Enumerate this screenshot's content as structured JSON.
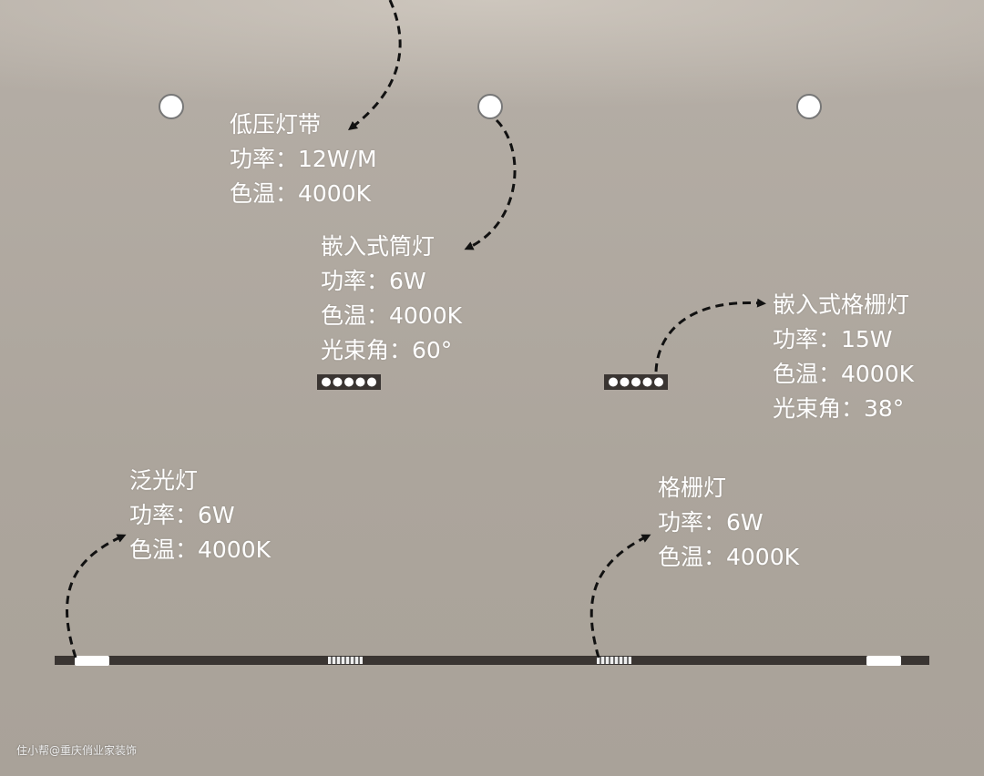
{
  "labels": {
    "strip": {
      "name": "低压灯带",
      "power": "功率：12W/M",
      "cct": "色温：4000K"
    },
    "downlight": {
      "name": "嵌入式筒灯",
      "power": "功率：6W",
      "cct": "色温：4000K",
      "beam": "光束角：60°"
    },
    "recessed_grille": {
      "name": "嵌入式格栅灯",
      "power": "功率：15W",
      "cct": "色温：4000K",
      "beam": "光束角：38°"
    },
    "floodlight": {
      "name": "泛光灯",
      "power": "功率：6W",
      "cct": "色温：4000K"
    },
    "grille": {
      "name": "格栅灯",
      "power": "功率：6W",
      "cct": "色温：4000K"
    }
  },
  "watermark": "住小帮@重庆俏业家装饰",
  "colors": {
    "background": "#aea79f",
    "track": "#3a3532",
    "text": "#ffffff",
    "arrow": "#111111"
  }
}
